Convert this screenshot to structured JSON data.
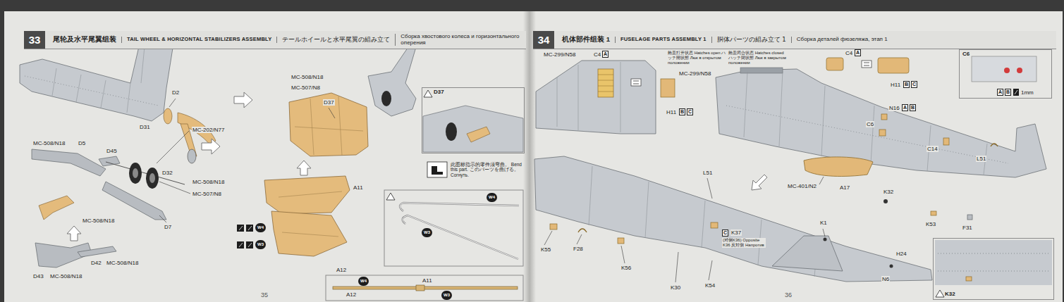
{
  "diagram": {
    "nodes": [
      {
        "text": [
          "尾轮及水平尾翼组装",
          "TAIL WHEEL & HORIZONTAL STABILIZERS ASSEMBLY",
          "テールホイールと水平尾翼の組み立て",
          "Сборка хвостового колеса и горизонтального оперения"
        ]
      },
      {
        "text": [
          "33"
        ],
        "in": 0
      },
      {
        "text": [
          "机体部件组装 1",
          "FUSELAGE PARTS ASSEMBLY 1",
          "胴体パーツの組み立て 1",
          "Сборка деталей фюзеляжа, этап 1"
        ]
      },
      {
        "text": [
          "34"
        ],
        "in": 2
      },
      {
        "text": [
          "D37"
        ]
      },
      {
        "text": [
          "C6"
        ]
      },
      {
        "text": [
          "K32"
        ]
      }
    ],
    "labels": [
      "D2",
      "MC-508/N18",
      "D5",
      "D45",
      "D31",
      "MC-202/N77",
      "D32",
      "MC-508/N18",
      "MC-507/N8",
      "MC-508/N18",
      "D7",
      "D42",
      "MC-508/N18",
      "D43",
      "MC-508/N18",
      "MC-508/N18",
      "MC-507/N8",
      "D37",
      "此图标指示的零件须弯曲。 Bend this part. このパーツを曲げる。 Согнуть.",
      "A11",
      "W4",
      "W3",
      "A12",
      "W4",
      "W3",
      "W4",
      "A11",
      "A12",
      "W3",
      "35",
      "MC-299/N58",
      "C4",
      "A",
      "舱盖打开状态 Hatches open ハッチ開状態 Люк в открытом положении",
      "MC-299/N58",
      "H11",
      "B",
      "C",
      "舱盖闭合状态 Hatches closed ハッチ閉状態 Люк в закрытом положении",
      "C4",
      "A",
      "H11",
      "B",
      "C",
      "N16",
      "A",
      "B",
      "C6",
      "A",
      "B",
      "1mm",
      "C14",
      "L51",
      "MC-401/N2",
      "A17",
      "K32",
      "K53",
      "F31",
      "L51",
      "K55",
      "F28",
      "C",
      "K37",
      "(对侧K36) Opposite K36 反対側 Напротив",
      "K56",
      "K1",
      "H24",
      "N6",
      "K30",
      "K54",
      "36"
    ]
  }
}
